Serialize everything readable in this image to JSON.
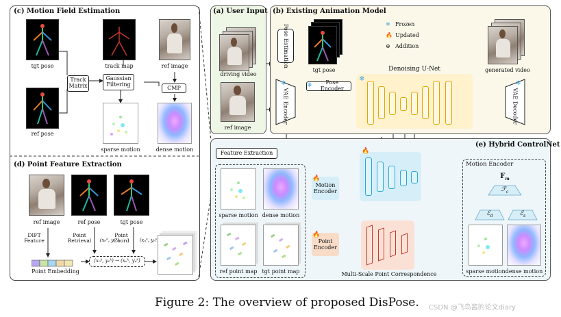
{
  "panels": {
    "c": "(c) Motion Field Estimation",
    "d": "(d) Point Feature Extraction",
    "a": "(a) User Input",
    "b": "(b) Existing Animation Model",
    "e": "(e) Hybrid ControlNet"
  },
  "c": {
    "tgt_pose": "tgt pose",
    "track_map": "track map",
    "ref_image": "ref image",
    "track_matrix": "Track Matrix",
    "gaussian_filtering": "Gaussian Filtering",
    "cmp": "CMP",
    "ref_pose": "ref pose",
    "sparse_motion": "sparse motion",
    "dense_motion": "dense motion"
  },
  "d": {
    "ref_image": "ref image",
    "ref_pose": "ref pose",
    "tgt_pose": "tgt pose",
    "dift_feature": "DIFT Feature",
    "point_retrieval": "Point Retrieval",
    "point_coord": "Point Coord",
    "coord_ref": "(x₀ᵏ, y₀ᵏ)",
    "coord_tgt": "(xₙᵏ, yₙᵏ)",
    "mapping": "(x₀ᵏ, y₀ᵏ) → (xₙᵏ, yₙᵏ)",
    "point_embedding": "Point Embedding"
  },
  "a": {
    "driving_video": "driving video",
    "ref_image": "ref image"
  },
  "b": {
    "pose_estimation": "Pose Estimation",
    "tgt_pose": "tgt pose",
    "pose_encoder": "Pose Encoder",
    "vae_encoder": "VAE Encoder",
    "vae_decoder": "VAE Decoder",
    "denoising_unet": "Denoising U-Net",
    "generated_video": "generated video",
    "legend": [
      "Frozen",
      "Updated",
      "Addition"
    ]
  },
  "e": {
    "feature_extraction": "Feature Extraction",
    "sparse_motion": "sparse motion",
    "dense_motion": "dense motion",
    "ref_point_map": "ref point map",
    "tgt_point_map": "tgt point map",
    "motion_encoder": "Motion Encoder",
    "point_encoder": "Point Encoder",
    "multi_scale": "Multi-Scale Point Correspondence",
    "motion_encoder_title": "Motion Encoder",
    "fm": "F",
    "fm_sub": "m",
    "fc": "ℱ",
    "fc_sub": "c",
    "ed": "ℰ",
    "ed_sub": "d",
    "es": "ℰ",
    "es_sub": "s",
    "sparse_motion2": "sparse motion",
    "dense_motion2": "dense motion"
  },
  "caption": "Figure 2: The overview of proposed DisPose.",
  "watermark": "CSDN @飞鸟酱的论文diary"
}
